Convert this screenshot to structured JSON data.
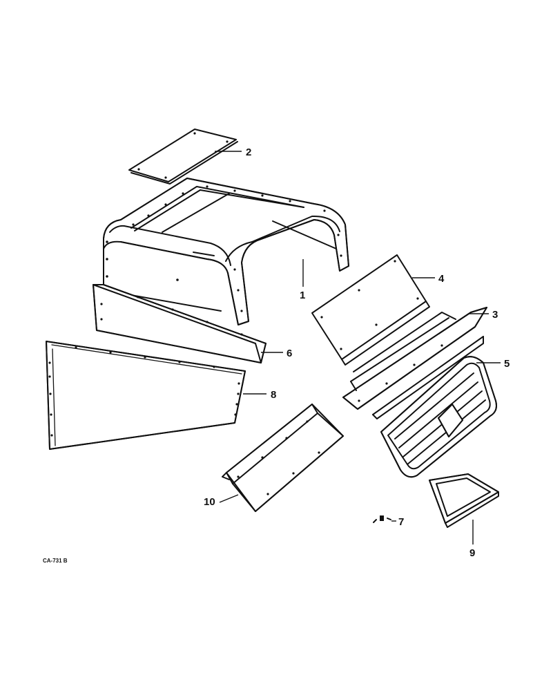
{
  "diagram": {
    "callouts": {
      "c1": "1",
      "c2": "2",
      "c3": "3",
      "c4": "4",
      "c5": "5",
      "c6": "6",
      "c7": "7",
      "c8": "8",
      "c9": "9",
      "c10": "10"
    },
    "drawing_code": "CA-731 B"
  }
}
